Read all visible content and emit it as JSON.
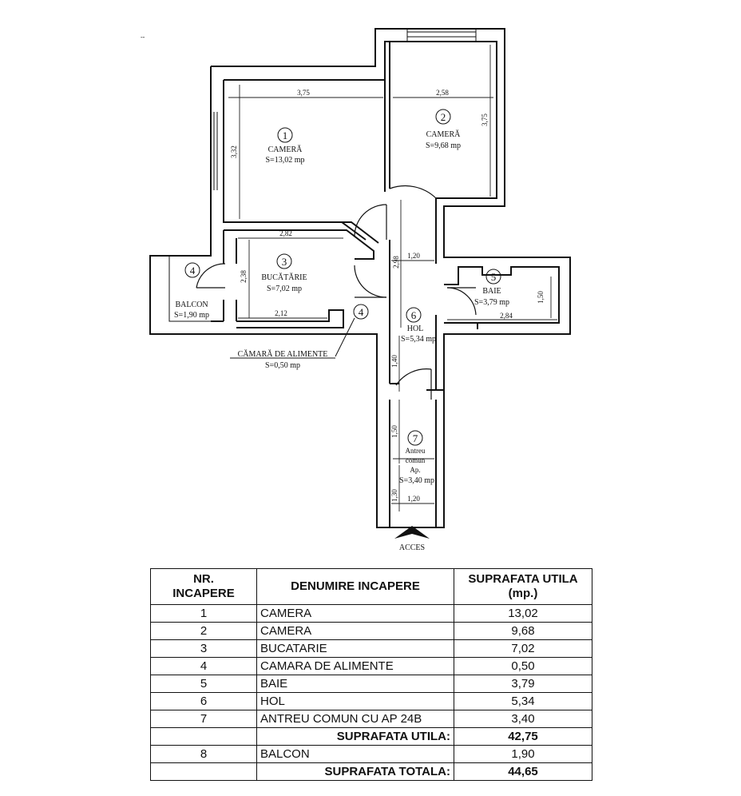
{
  "header_scribble": "--",
  "plan": {
    "rooms": [
      {
        "number": "1",
        "name": "CAMERĂ",
        "area": "S=13,02 mp"
      },
      {
        "number": "2",
        "name": "CAMERĂ",
        "area": "S=9,68 mp"
      },
      {
        "number": "3",
        "name": "BUCĂTĂRIE",
        "area": "S=7,02 mp"
      },
      {
        "number": "4",
        "name": "CĂMARĂ DE ALIMENTE",
        "area": "S=0,50 mp"
      },
      {
        "number": "5",
        "name": "BAIE",
        "area": "S=3,79 mp"
      },
      {
        "number": "6",
        "name": "HOL",
        "area": "S=5,34 mp"
      },
      {
        "number": "7",
        "name_lines": [
          "Antreu",
          "comun",
          "Ap."
        ],
        "area": "S=3,40 mp"
      },
      {
        "number": "4",
        "name": "BALCON",
        "area": "S=1,90 mp"
      }
    ],
    "dimensions": {
      "room1_width": "3,75",
      "room1_height": "3,32",
      "room2_width": "2,58",
      "room2_height": "3,75",
      "kitchen_top": "2,82",
      "kitchen_bottom": "2,12",
      "kitchen_height": "2,38",
      "hall_height": "2,98",
      "hall_width": "1,20",
      "bath_width": "2,84",
      "bath_height": "1,50",
      "corridor_1": "1,40",
      "corridor_2": "1,50",
      "corridor_3": "1,30",
      "entry_width": "1,20"
    },
    "access_label": "ACCES"
  },
  "table": {
    "headers": [
      "NR.\nINCAPERE",
      "DENUMIRE INCAPERE",
      "SUPRAFATA UTILA\n(mp.)"
    ],
    "header_nr_lines": [
      "NR.",
      "INCAPERE"
    ],
    "header_area_lines": [
      "SUPRAFATA UTILA",
      "(mp.)"
    ],
    "rows": [
      {
        "nr": "1",
        "name": "CAMERA",
        "area": "13,02"
      },
      {
        "nr": "2",
        "name": "CAMERA",
        "area": "9,68"
      },
      {
        "nr": "3",
        "name": "BUCATARIE",
        "area": "7,02"
      },
      {
        "nr": "4",
        "name": "CAMARA DE ALIMENTE",
        "area": "0,50"
      },
      {
        "nr": "5",
        "name": "BAIE",
        "area": "3,79"
      },
      {
        "nr": "6",
        "name": "HOL",
        "area": "5,34"
      },
      {
        "nr": "7",
        "name": "ANTREU COMUN CU AP 24B",
        "area": "3,40"
      }
    ],
    "subtotal_label": "SUPRAFATA UTILA:",
    "subtotal_value": "42,75",
    "balcony_row": {
      "nr": "8",
      "name": "BALCON",
      "area": "1,90"
    },
    "total_label": "SUPRAFATA TOTALA:",
    "total_value": "44,65"
  }
}
